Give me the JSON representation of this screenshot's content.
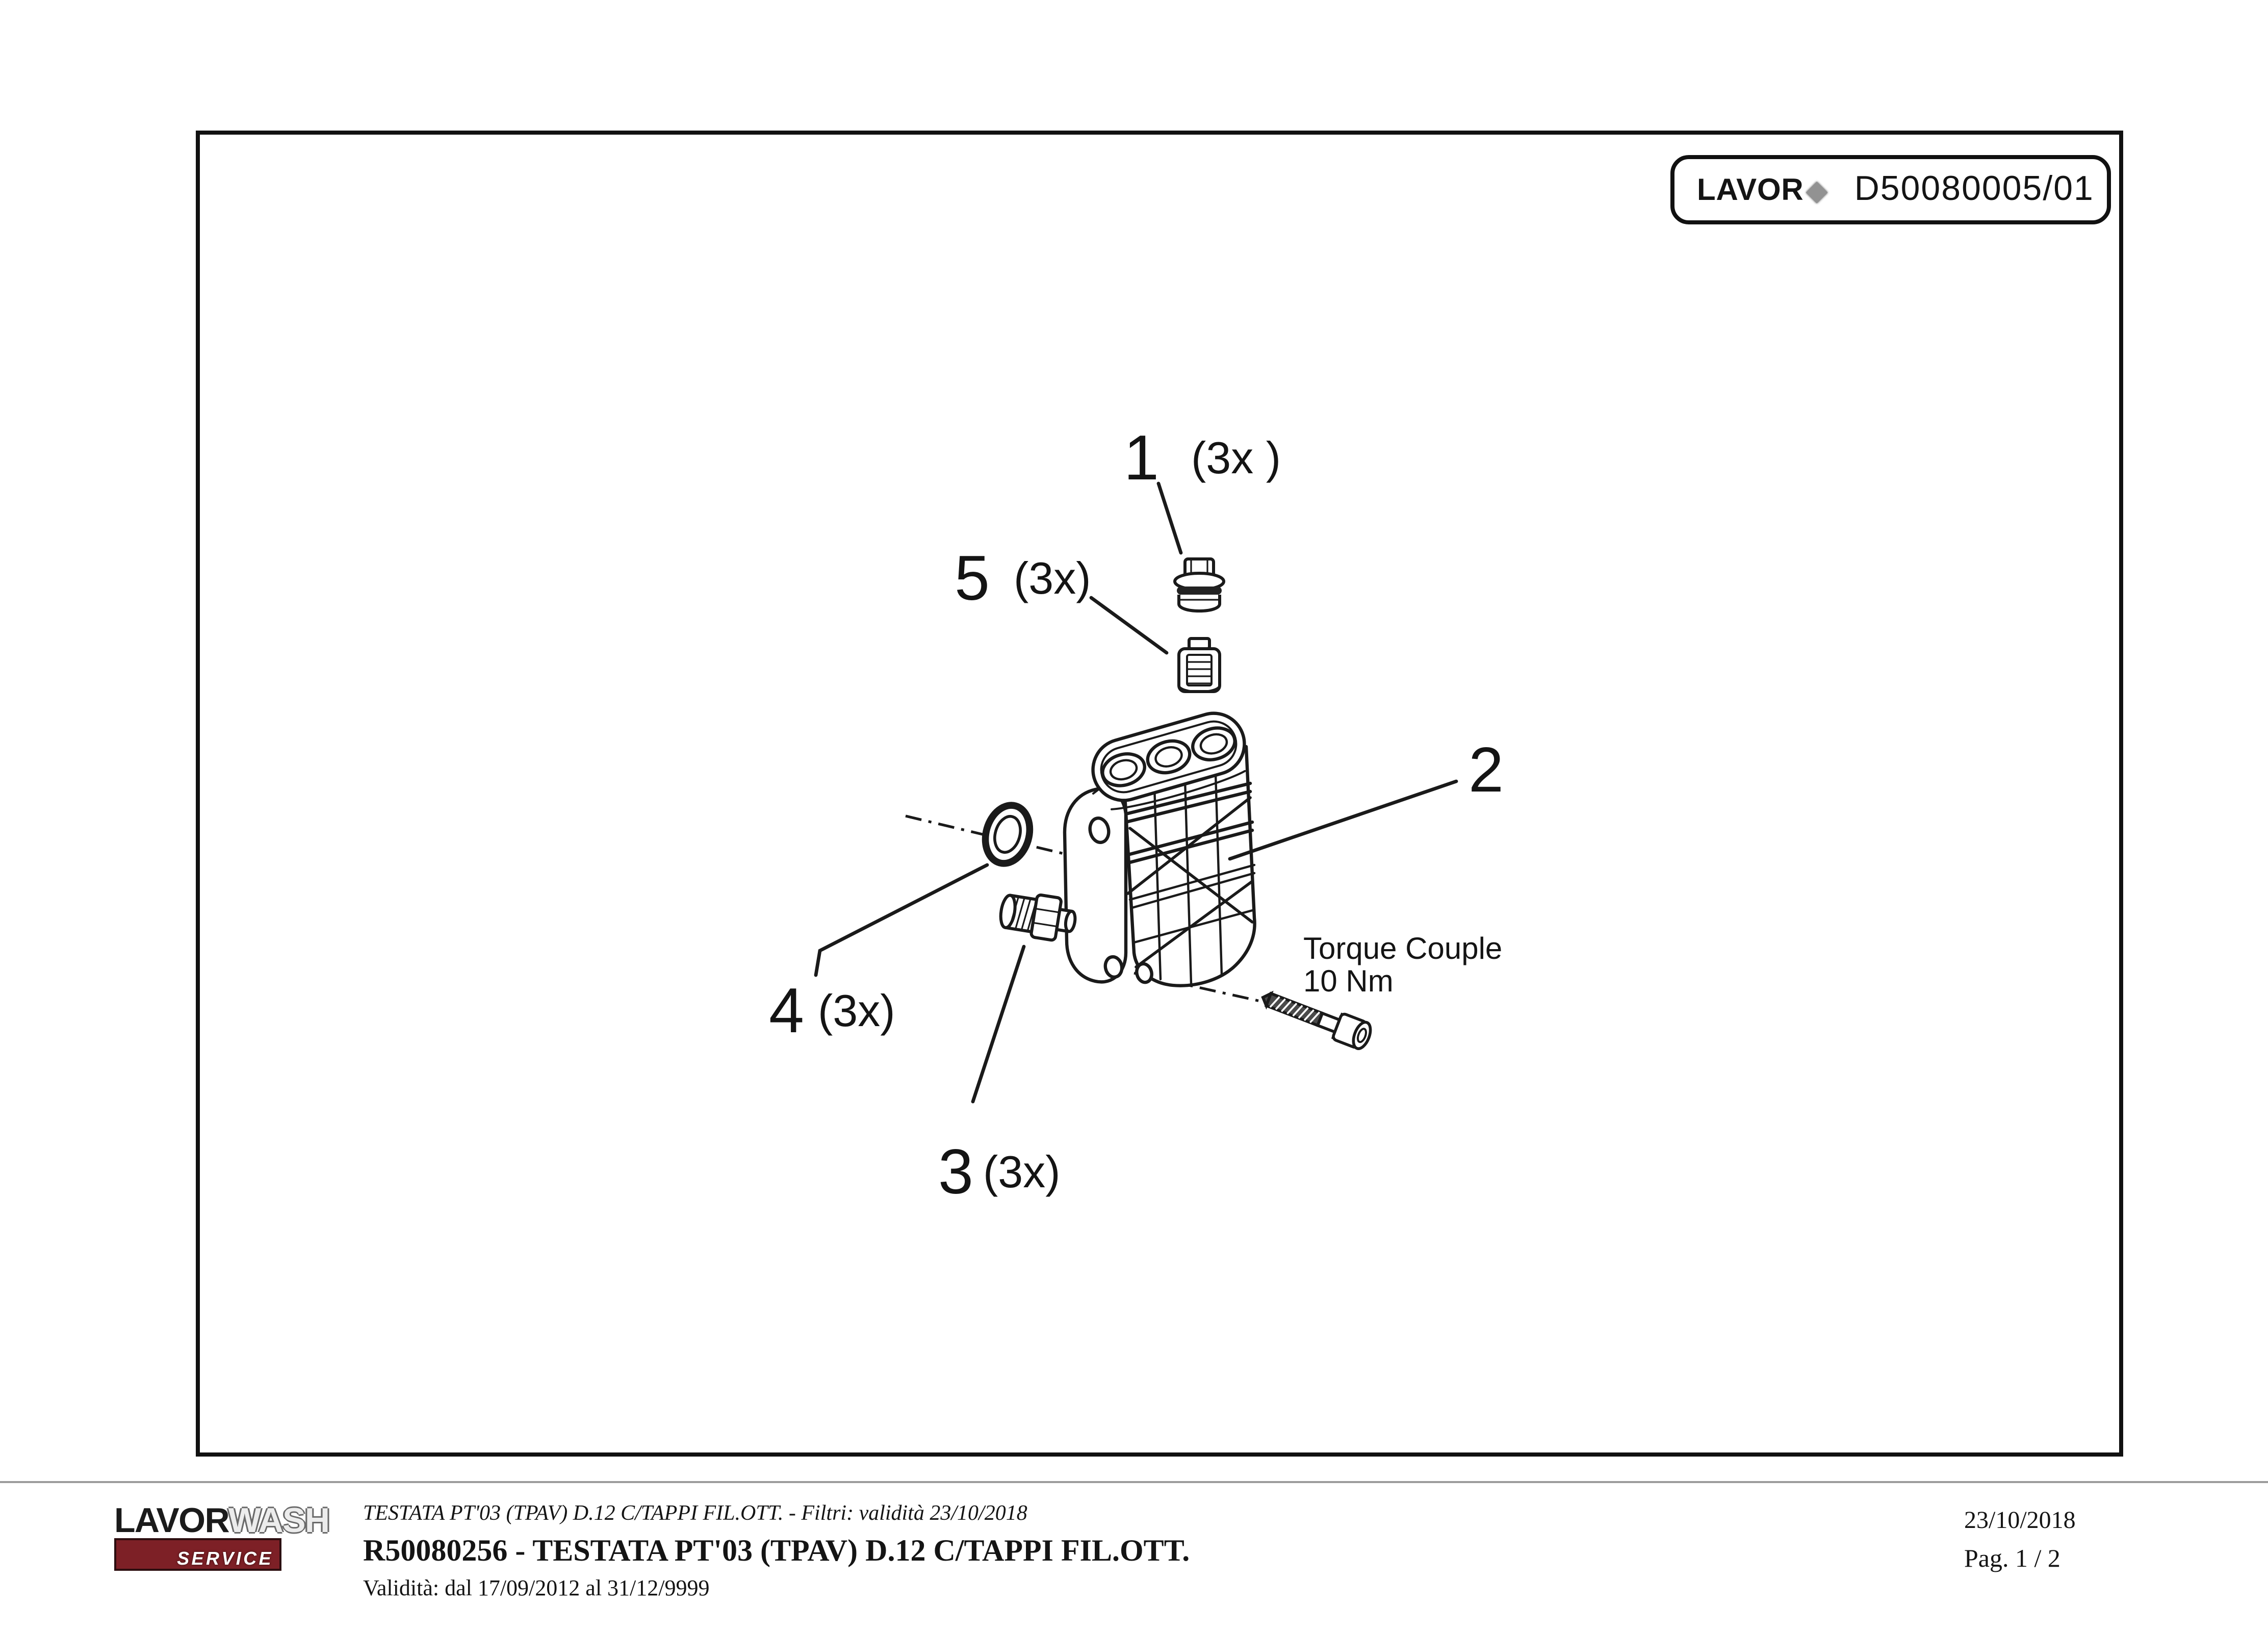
{
  "header": {
    "brand": "LAVOR",
    "brand_mark": "◆",
    "doc_number": "D50080005/01"
  },
  "diagram": {
    "callout_1": {
      "num": "1",
      "qty": "(3x )"
    },
    "callout_2": {
      "num": "2"
    },
    "callout_3": {
      "num": "3",
      "qty": "(3x)"
    },
    "callout_4": {
      "num": "4",
      "qty": "(3x)"
    },
    "callout_5": {
      "num": "5",
      "qty": "(3x)"
    },
    "torque_line1": "Torque Couple",
    "torque_line2": "10 Nm"
  },
  "footer": {
    "logo": {
      "lavor": "LAVOR",
      "wash": "WASH",
      "service": "SERVICE"
    },
    "subject_line": "TESTATA PT'03 (TPAV) D.12 C/TAPPI FIL.OTT. - Filtri: validità 23/10/2018",
    "title_line": "R50080256 - TESTATA PT'03 (TPAV) D.12 C/TAPPI FIL.OTT.",
    "validity_line": "Validità: dal 17/09/2012 al 31/12/9999",
    "date": "23/10/2018",
    "page_indicator": "Pag. 1 / 2"
  },
  "colors": {
    "line": "#1a1a1a",
    "frame": "#111111",
    "logo_maroon": "#7d2026"
  }
}
